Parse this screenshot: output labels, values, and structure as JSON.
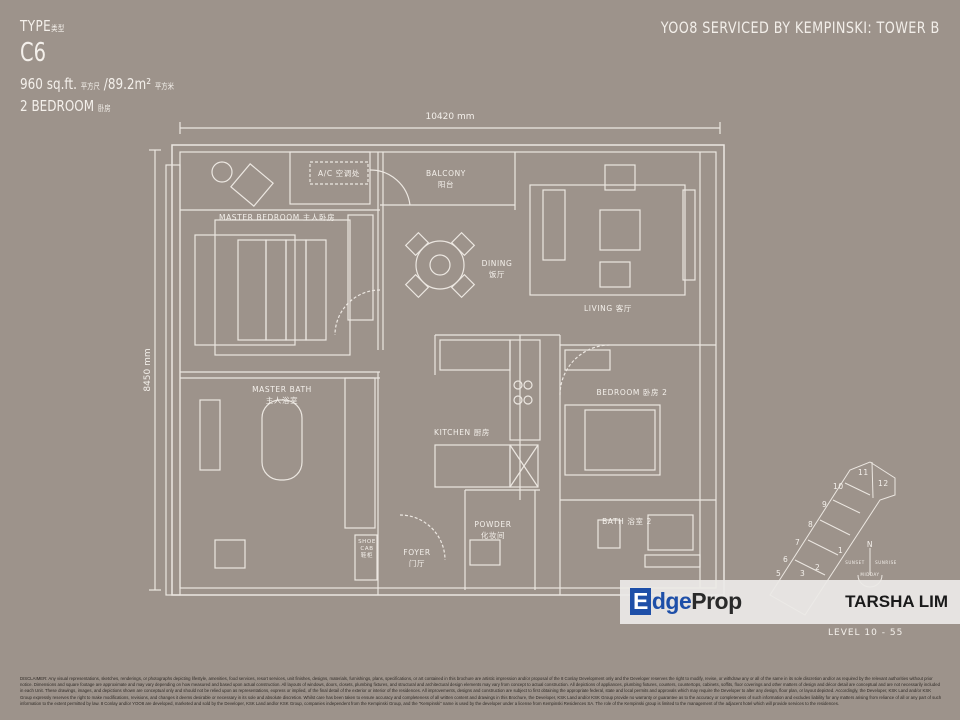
{
  "header": {
    "type_label": "TYPE",
    "type_label_cn": "类型",
    "unit_code": "C6",
    "area_sqft": "960 sq.ft.",
    "area_sqft_cn": "平方尺",
    "area_sqm": "/89.2m²",
    "area_sqm_cn": "平方米",
    "bedrooms": "2 BEDROOM",
    "bedrooms_cn": "卧房",
    "project": "YOO8 SERVICED BY KEMPINSKI: TOWER B"
  },
  "dimensions": {
    "width": "10420 mm",
    "depth": "8450 mm"
  },
  "rooms": {
    "ac": "A/C 空调处",
    "balcony": "BALCONY",
    "balcony_cn": "阳台",
    "master_bedroom": "MASTER BEDROOM 主人卧房",
    "dining": "DINING",
    "dining_cn": "饭厅",
    "living": "LIVING 客厅",
    "master_bath": "MASTER BATH",
    "master_bath_cn": "主人浴室",
    "kitchen": "KITCHEN 厨房",
    "bedroom2": "BEDROOM 卧房 2",
    "powder": "POWDER",
    "powder_cn": "化妆间",
    "bath2": "BATH 浴室 2",
    "shoe_cab": "SHOE",
    "shoe_cab2": "CAB",
    "shoe_cab_cn": "鞋柜",
    "foyer": "FOYER",
    "foyer_cn": "门厅"
  },
  "key_plan": {
    "units": [
      "1",
      "2",
      "3",
      "5",
      "6",
      "7",
      "8",
      "9",
      "10",
      "11",
      "12"
    ],
    "north": "N",
    "sunset": "SUNSET",
    "sunrise": "SUNRISE",
    "midday": "MIDDAY",
    "level": "LEVEL 10 - 55"
  },
  "watermark": {
    "brand": "EdgeProp",
    "agent": "TARSHA LIM",
    "brand_color": "#1e4fa8"
  },
  "disclaimer": "DISCLAIMER: Any visual representations, sketches, renderings, or photographs depicting lifestyle, amenities, food services, resort services, unit finishes, designs, materials, furnishings, plans, specifications, or art contained in this brochure are artistic impression and/or proposal of the 8 Conlay Development only and the Developer reserves the right to modify, revise, or withdraw any or all of the same in its sole discretion and/or as required by the relevant authorities without prior notice. Dimensions and square footage are approximate and may vary depending on how measured and based upon actual construction. All layouts of windows, doors, closets, plumbing fixtures, and structural and architectural design elements may vary from concept to actual construction. All depictions of appliances, plumbing fixtures, counters, countertops, cabinets, soffits, floor coverings and other matters of design and décor detail are conceptual and are not necessarily included in each Unit. These drawings, images, and depictions shown are conceptual only and should not be relied upon as representations, express or implied, of the final detail of the exterior or interior of the residences. All improvements, designs and construction are subject to first obtaining the appropriate federal, state and local permits and approvals which may require the Developer to alter any design, floor plan, or layout depicted. Accordingly, the Developer, KSK Land and/or KSK Group expressly reserves the right to make modifications, revisions, and changes it deems desirable or necessary in its sole and absolute discretion. Whilst care has been taken to ensure accuracy and completeness of all written content and drawings in this Brochure, the Developer, KSK Land and/or KSK Group provide no warranty or guarantee as to the accuracy or completeness of such information and excludes liability for any matters arising from reliance of all or any part of such information to the extent permitted by law. 8 Conlay and/or YOO8 are developed, marketed and sold by the Developer, KSK Land and/or KSK Group, companies independent from the Kempinski Group, and the \"Kempinski\" name is used by the developer under a license from Kempinski Residences SA. The role of the Kempinski group is limited to the management of the adjacent hotel which will provide services to the residences."
}
